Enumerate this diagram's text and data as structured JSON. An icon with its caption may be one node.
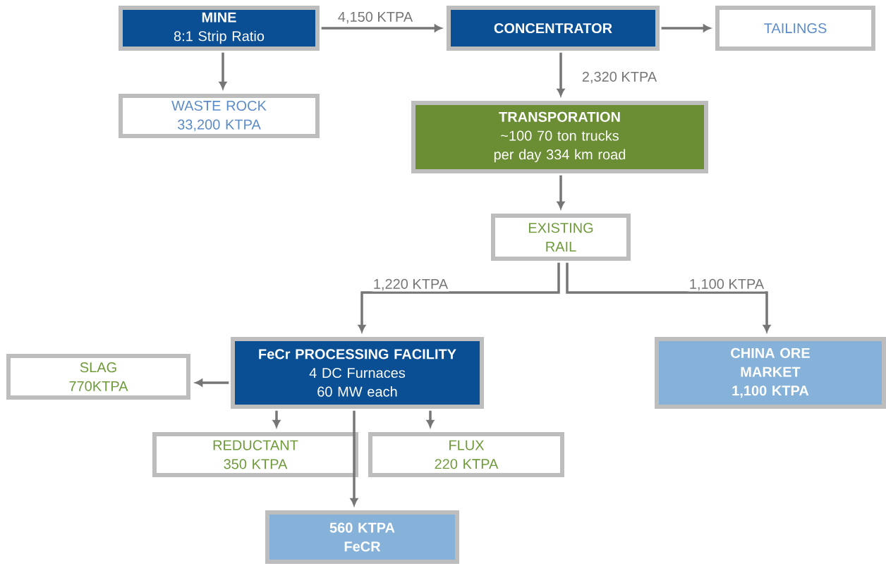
{
  "diagram": {
    "nodes": [
      {
        "text": [
          "MINE",
          "8:1 Strip Ratio"
        ]
      },
      {
        "text": [
          "CONCENTRATOR"
        ]
      },
      {
        "text": [
          "TAILINGS"
        ]
      },
      {
        "text": [
          "WASTE ROCK",
          "33,200 KTPA"
        ]
      },
      {
        "text": [
          "TRANSPORATION",
          "~100 70 ton trucks per day 334 km road"
        ]
      },
      {
        "text": [
          "EXISTING RAIL"
        ]
      },
      {
        "text": [
          "FeCr PROCESSING FACILITY",
          "4 DC Furnaces 60 MW each"
        ]
      },
      {
        "text": [
          "CHINA ORE MARKET",
          "1,100 KTPA"
        ]
      },
      {
        "text": [
          "SLAG",
          "770KTPA"
        ]
      },
      {
        "text": [
          "REDUCTANT",
          "350 KTPA"
        ]
      },
      {
        "text": [
          "FLUX",
          "220 KTPA"
        ]
      },
      {
        "text": [
          "560 KTPA FeCR"
        ]
      }
    ],
    "edges": [
      {
        "from": 0,
        "to": 1,
        "arrow": "to",
        "label": "4,150 KTPA"
      },
      {
        "from": 1,
        "to": 2,
        "arrow": "to"
      },
      {
        "from": 1,
        "to": 4,
        "arrow": "to",
        "label": "2,320 KTPA"
      },
      {
        "from": 0,
        "to": 3,
        "arrow": "to"
      },
      {
        "from": 4,
        "to": 5,
        "arrow": "to"
      },
      {
        "from": 5,
        "to": 6,
        "arrow": "to",
        "label": "1,220 KTPA"
      },
      {
        "from": 5,
        "to": 7,
        "arrow": "to",
        "label": "1,100 KTPA"
      },
      {
        "from": 6,
        "to": 8,
        "arrow": "to"
      },
      {
        "from": 6,
        "to": 9,
        "arrow": "to"
      },
      {
        "from": 6,
        "to": 10,
        "arrow": "to"
      },
      {
        "from": 6,
        "to": 11,
        "arrow": "to"
      }
    ]
  }
}
